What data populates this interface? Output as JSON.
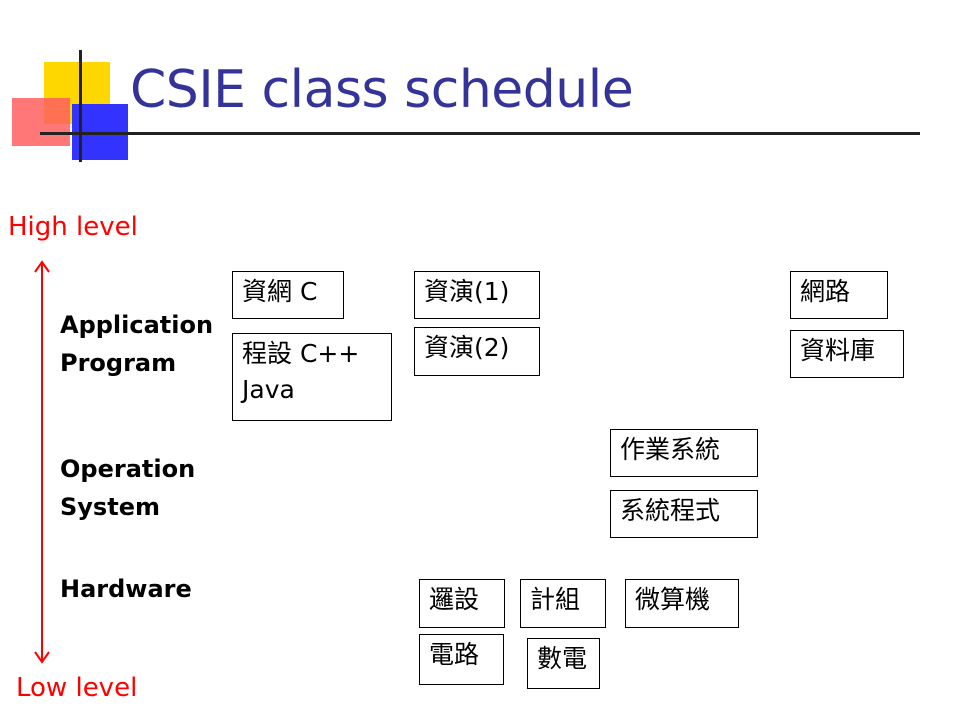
{
  "title": "CSIE class schedule",
  "axis": {
    "high": "High level",
    "low": "Low level"
  },
  "layers": [
    {
      "line1": "Application",
      "line2": "Program"
    },
    {
      "line1": "Operation",
      "line2": "System"
    },
    {
      "line1": "Hardware"
    }
  ],
  "courses": {
    "network_c": "資網 C",
    "ds1": "資演(1)",
    "network": "網路",
    "prog_line1": "程設 C++",
    "prog_line2": "Java",
    "ds2": "資演(2)",
    "database": "資料庫",
    "os": "作業系統",
    "sysprog": "系統程式",
    "logic_design": "邏設",
    "comp_org": "計組",
    "microcomputer": "微算機",
    "circuits": "電路",
    "digital_elec": "數電"
  },
  "colors": {
    "title": "#333399",
    "axis": "#ff0000"
  }
}
